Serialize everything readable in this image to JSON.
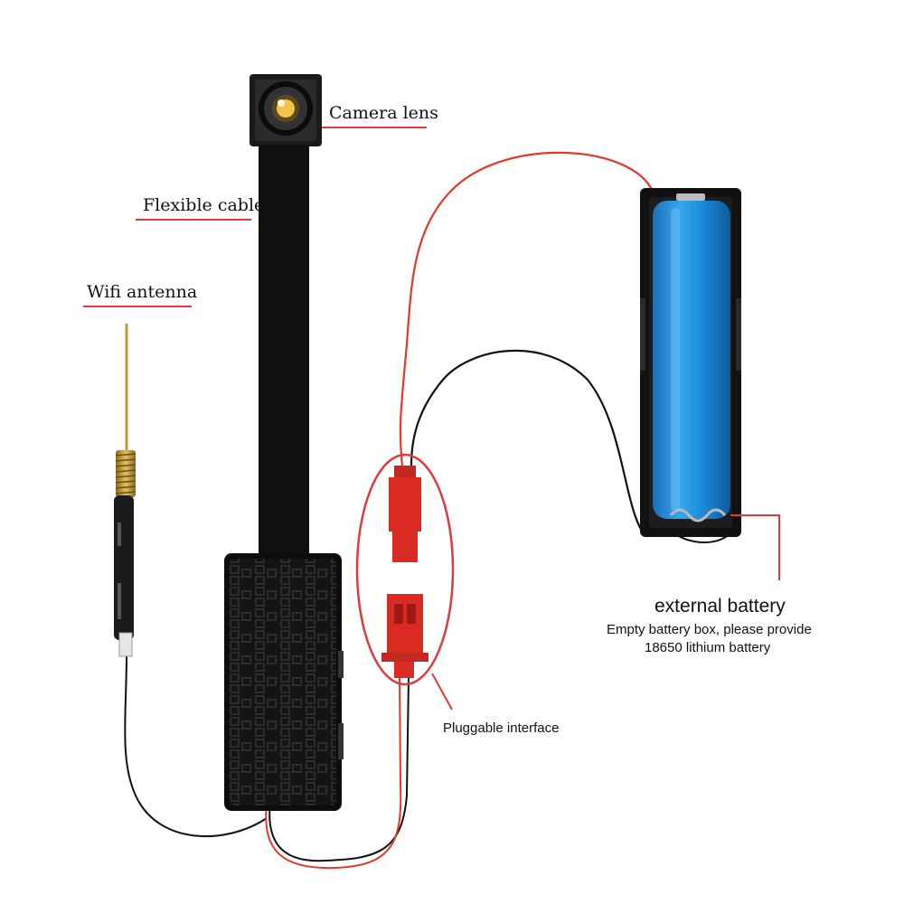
{
  "labels": {
    "camera_lens": "Camera lens",
    "flexible_cable": "Flexible cable",
    "wifi_antenna": "Wifi antenna",
    "pluggable_interface": "Pluggable interface",
    "external_battery": "external battery",
    "battery_note_line1": "Empty battery box, please provide",
    "battery_note_line2": "18650 lithium battery"
  },
  "colors": {
    "callout_line": "#e03b3b",
    "battery_cell": "#1e8fdc",
    "red_wire": "#e23a2a",
    "black_wire": "#111111",
    "connector": "#d92b22"
  }
}
